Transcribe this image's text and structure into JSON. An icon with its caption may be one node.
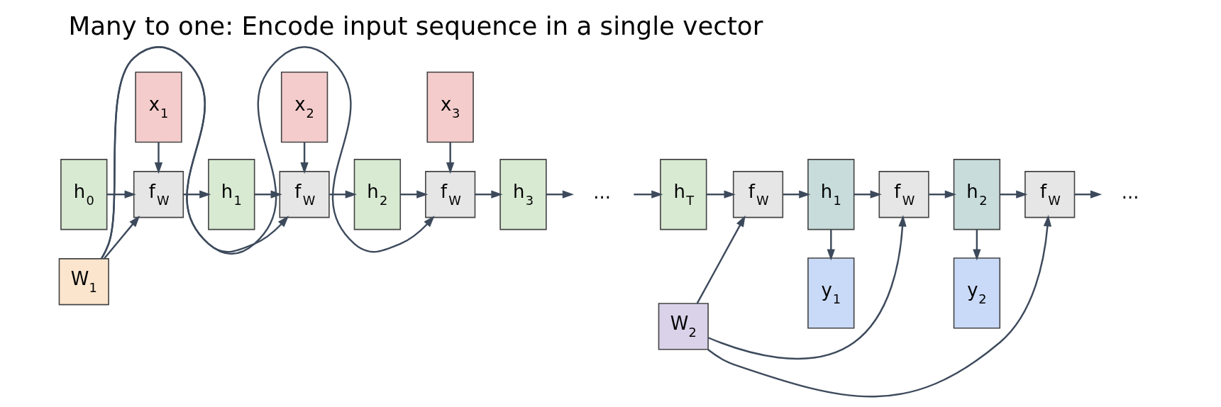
{
  "diagram": {
    "title": "Many to one: Encode input sequence in a single vector",
    "nodes": [
      {
        "text": [
          "h$_{0}$"
        ]
      },
      {
        "text": [
          "f$_{W}$"
        ]
      },
      {
        "text": [
          "h$_{1}$"
        ]
      },
      {
        "text": [
          "f$_{W}$"
        ]
      },
      {
        "text": [
          "h$_{2}$"
        ]
      },
      {
        "text": [
          "f$_{W}$"
        ]
      },
      {
        "text": [
          "h$_{3}$"
        ]
      },
      {
        "text": [
          "..."
        ]
      },
      {
        "text": [
          "h$_{T}$"
        ]
      },
      {
        "text": [
          "W$_{1}$"
        ]
      },
      {
        "text": [
          "x$_{1}$"
        ]
      },
      {
        "text": [
          "x$_{2}$"
        ]
      },
      {
        "text": [
          "x$_{3}$"
        ]
      },
      {
        "text": [
          "y$_{1}$"
        ]
      },
      {
        "text": [
          "y$_{2}$"
        ]
      },
      {
        "text": [
          "f$_{W}$"
        ]
      },
      {
        "text": [
          "h$_{1}$"
        ]
      },
      {
        "text": [
          "f$_{W}$"
        ]
      },
      {
        "text": [
          "h$_{2}$"
        ]
      },
      {
        "text": [
          "f$_{W}$"
        ]
      },
      {
        "text": [
          "..."
        ]
      },
      {
        "text": [
          "W$_{2}$"
        ]
      }
    ],
    "edges": [
      {
        "from": 0,
        "to": 1,
        "arrow": "to"
      },
      {
        "from": 1,
        "to": 2,
        "arrow": "to"
      },
      {
        "from": 2,
        "to": 3,
        "arrow": "to"
      },
      {
        "from": 3,
        "to": 4,
        "arrow": "to"
      },
      {
        "from": 4,
        "to": 5,
        "arrow": "to"
      },
      {
        "from": 5,
        "to": 6,
        "arrow": "to"
      },
      {
        "from": 6,
        "to": 7,
        "arrow": "to"
      },
      {
        "from": 7,
        "to": 8,
        "arrow": "to"
      },
      {
        "from": 8,
        "to": 15,
        "arrow": "to"
      },
      {
        "from": 10,
        "to": 1,
        "arrow": "to"
      },
      {
        "from": 11,
        "to": 3,
        "arrow": "to"
      },
      {
        "from": 12,
        "to": 5,
        "arrow": "to"
      },
      {
        "from": 9,
        "to": 1,
        "arrow": "to"
      },
      {
        "from": 9,
        "to": 3,
        "arrow": "to"
      },
      {
        "from": 9,
        "to": 5,
        "arrow": "to"
      },
      {
        "from": 15,
        "to": 16,
        "arrow": "to"
      },
      {
        "from": 16,
        "to": 17,
        "arrow": "to"
      },
      {
        "from": 17,
        "to": 18,
        "arrow": "to"
      },
      {
        "from": 18,
        "to": 19,
        "arrow": "to"
      },
      {
        "from": 19,
        "to": 20,
        "arrow": "to"
      },
      {
        "from": 16,
        "to": 13,
        "arrow": "to"
      },
      {
        "from": 18,
        "to": 14,
        "arrow": "to"
      },
      {
        "from": 21,
        "to": 15,
        "arrow": "to"
      },
      {
        "from": 21,
        "to": 17,
        "arrow": "to"
      },
      {
        "from": 21,
        "to": 19,
        "arrow": "to"
      }
    ]
  }
}
